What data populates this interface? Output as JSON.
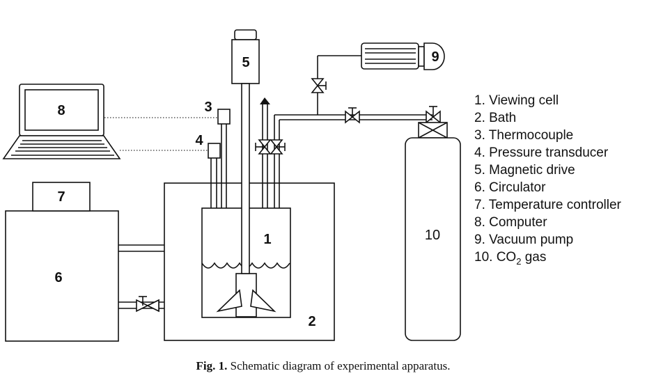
{
  "labels": {
    "n1": "1",
    "n2": "2",
    "n3": "3",
    "n4": "4",
    "n5": "5",
    "n6": "6",
    "n7": "7",
    "n8": "8",
    "n9": "9",
    "n10": "10"
  },
  "legend": [
    "1. Viewing cell",
    "2. Bath",
    "3. Thermocouple",
    "4. Pressure transducer",
    "5. Magnetic drive",
    "6. Circulator",
    "7. Temperature controller",
    "8. Computer",
    "9. Vacuum pump",
    "10. CO"
  ],
  "legend_last": {
    "sub": "2",
    "suffix": " gas"
  },
  "caption": {
    "prefix": "Fig. 1.",
    "text": " Schematic diagram of experimental apparatus."
  }
}
